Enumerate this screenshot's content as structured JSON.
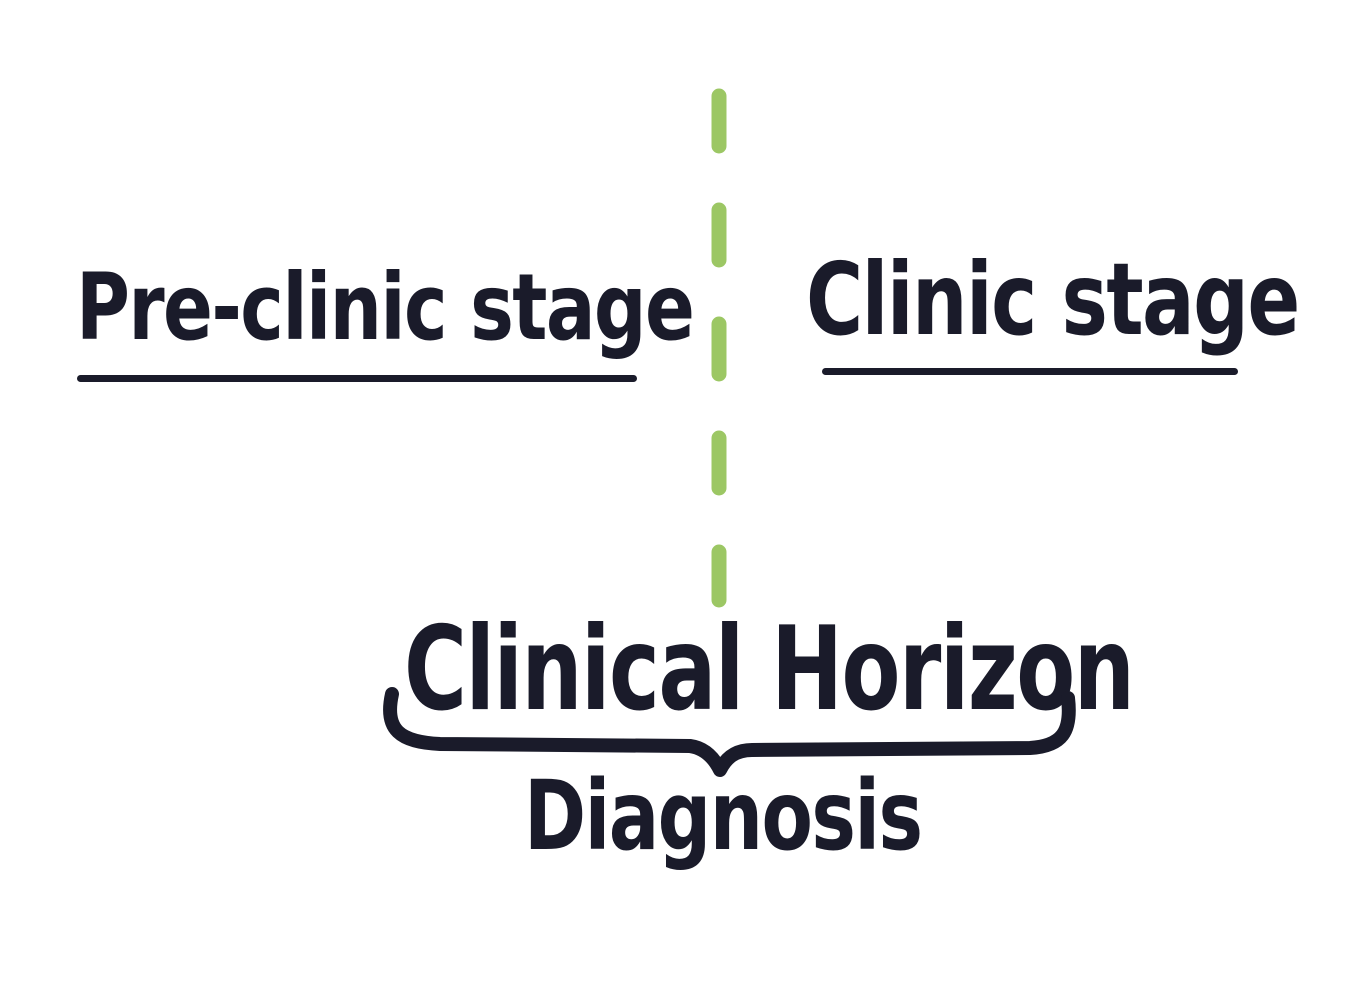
{
  "diagram": {
    "left_stage_label": "Pre-clinic stage",
    "right_stage_label": "Clinic stage",
    "horizon_label": "Clinical Horizon",
    "diagnosis_label": "Diagnosis"
  },
  "colors": {
    "ink": "#1a1b2a",
    "divider": "#9cc764",
    "background": "#ffffff"
  }
}
